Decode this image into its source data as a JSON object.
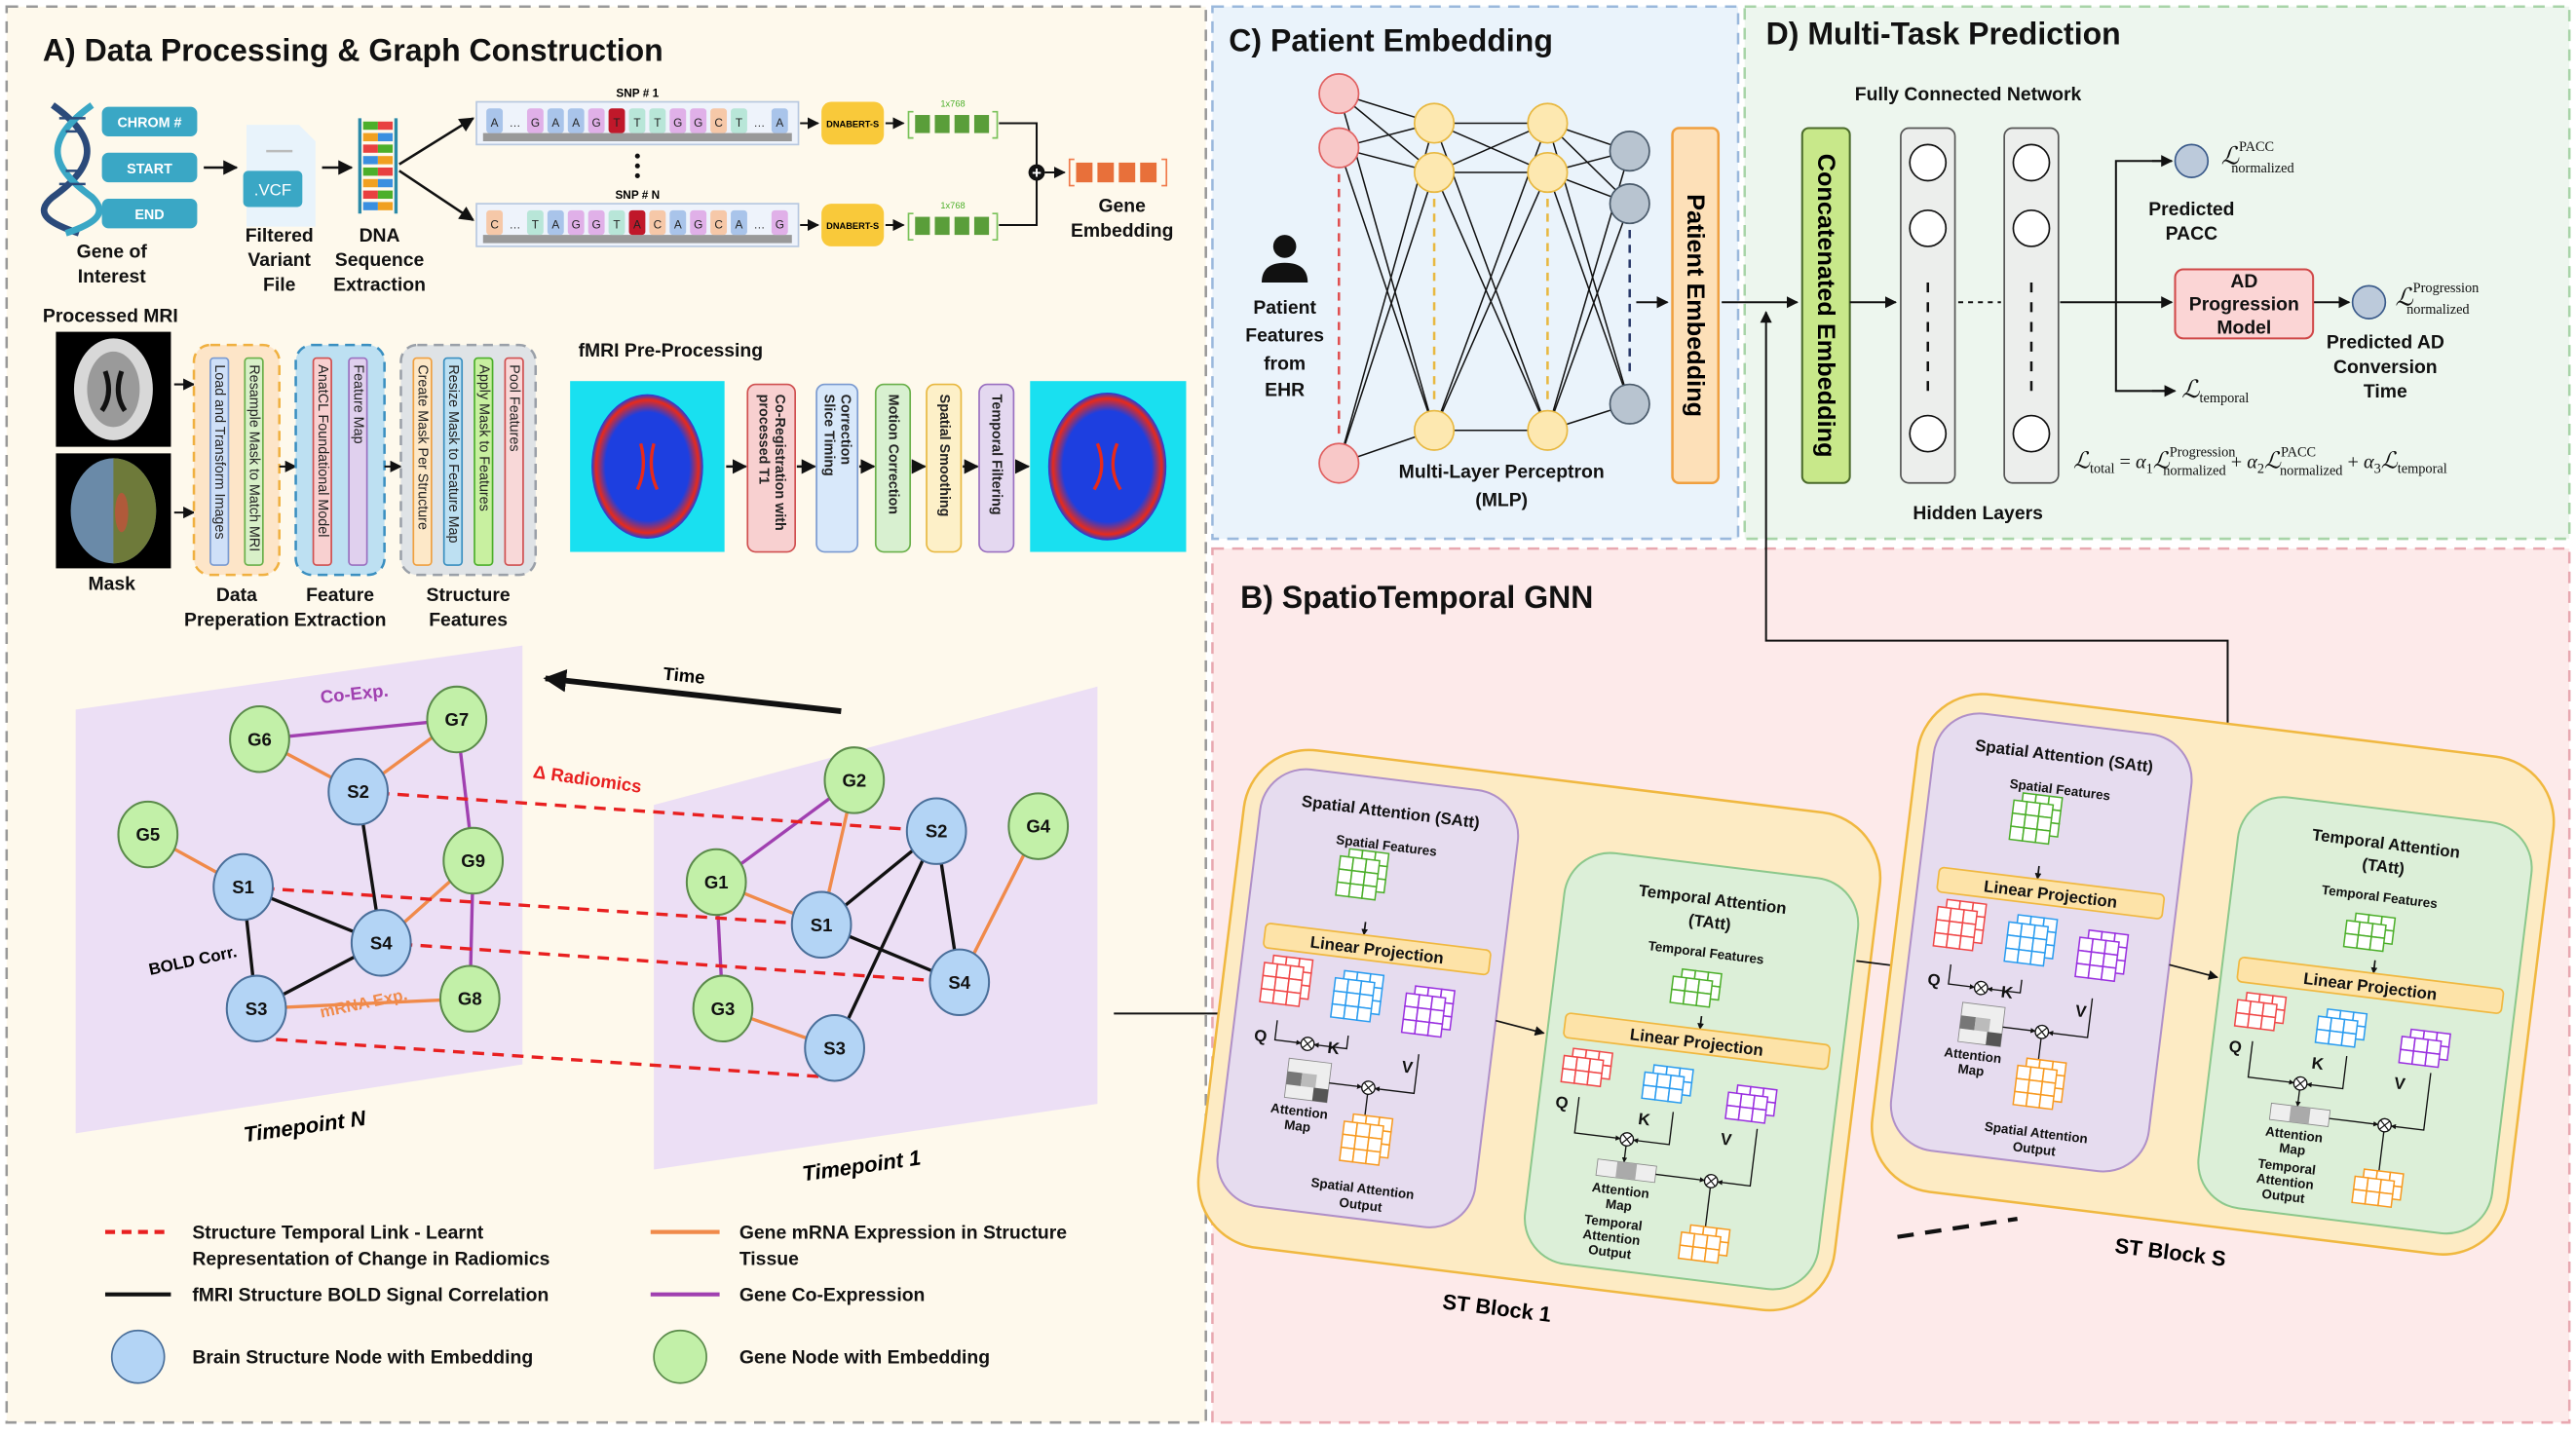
{
  "panels": {
    "a_title": "A) Data Processing & Graph Construction",
    "b_title": "B) SpatioTemporal GNN",
    "c_title": "C) Patient Embedding",
    "d_title": "D) Multi-Task Prediction"
  },
  "gene": {
    "fields": [
      "CHROM #",
      "START",
      "END"
    ],
    "gene_label": [
      "Gene of",
      "Interest"
    ],
    "vcf": ".VCF",
    "vcf_label": [
      "Filtered",
      "Variant",
      "File"
    ],
    "dna_label": [
      "DNA",
      "Sequence",
      "Extraction"
    ],
    "snp1": "SNP # 1",
    "snpn": "SNP # N",
    "seq1": [
      "A",
      "…",
      "G",
      "A",
      "A",
      "G",
      "T",
      "T",
      "T",
      "G",
      "G",
      "C",
      "T",
      "…",
      "A"
    ],
    "seqn": [
      "C",
      "…",
      "T",
      "A",
      "G",
      "G",
      "T",
      "A",
      "C",
      "A",
      "G",
      "C",
      "A",
      "…",
      "G"
    ],
    "model": "DNABERT-S",
    "dim": "1x768",
    "output": [
      "Gene",
      "Embedding"
    ]
  },
  "mri": {
    "processed": "Processed MRI",
    "mask": "Mask",
    "groups": [
      {
        "label": [
          "Data",
          "Preperation"
        ],
        "steps": [
          "Load and Transform Images",
          "Resample Mask to Match MRI"
        ]
      },
      {
        "label": [
          "Feature",
          "Extraction"
        ],
        "steps": [
          "AnatCL Foundational Model",
          "Feature Map"
        ]
      },
      {
        "label": [
          "Structure",
          "Features"
        ],
        "steps": [
          "Create Mask Per Structure",
          "Resize Mask to Feature Map",
          "Apply Mask to Features",
          "Pool Features"
        ]
      }
    ]
  },
  "fmri": {
    "title": "fMRI Pre-Processing",
    "steps": [
      [
        "Co-Registration with",
        "processed T1"
      ],
      [
        "Correction",
        "Slice Timing"
      ],
      [
        "Motion Correction"
      ],
      [
        "Spatial Smoothing"
      ],
      [
        "Temporal Filtering"
      ]
    ]
  },
  "graph": {
    "time": "Time",
    "radiomics": "Δ Radiomics",
    "coexp": "Co-Exp.",
    "bold": "BOLD Corr.",
    "mrna": "mRNA Exp.",
    "timepoint_n": {
      "label": "Timepoint N",
      "nodes": [
        "G6",
        "G7",
        "S2",
        "G5",
        "S1",
        "G9",
        "S4",
        "S3",
        "G8"
      ],
      "edges": [
        [
          "G6",
          "G7",
          "coexp"
        ],
        [
          "G6",
          "S2",
          "mrna"
        ],
        [
          "G7",
          "S2",
          "mrna"
        ],
        [
          "G7",
          "G9",
          "coexp"
        ],
        [
          "G9",
          "G8",
          "coexp"
        ],
        [
          "G5",
          "S1",
          "mrna"
        ],
        [
          "S2",
          "S4",
          "bold"
        ],
        [
          "S1",
          "S4",
          "bold"
        ],
        [
          "S1",
          "S3",
          "bold"
        ],
        [
          "S3",
          "S4",
          "bold"
        ],
        [
          "S4",
          "G9",
          "mrna"
        ],
        [
          "S3",
          "G8",
          "mrna"
        ]
      ]
    },
    "timepoint_1": {
      "label": "Timepoint 1",
      "nodes": [
        "G2",
        "S2",
        "G4",
        "G1",
        "S1",
        "S4",
        "G3",
        "S3"
      ],
      "edges": [
        [
          "G2",
          "G1",
          "coexp"
        ],
        [
          "G2",
          "S1",
          "mrna"
        ],
        [
          "G1",
          "S1",
          "mrna"
        ],
        [
          "G1",
          "G3",
          "coexp"
        ],
        [
          "G3",
          "S3",
          "mrna"
        ],
        [
          "S1",
          "S2",
          "bold"
        ],
        [
          "S2",
          "S4",
          "bold"
        ],
        [
          "S2",
          "S3",
          "bold"
        ],
        [
          "S1",
          "S4",
          "bold"
        ],
        [
          "G4",
          "S4",
          "mrna"
        ]
      ]
    },
    "temporal_links": [
      "S2",
      "S1",
      "S4",
      "S3"
    ]
  },
  "legend": {
    "temporal_link": [
      "Structure Temporal Link - Learnt",
      "Representation of Change in Radiomics"
    ],
    "bold": "fMRI Structure BOLD Signal Correlation",
    "structure_node": "Brain Structure Node with Embedding",
    "mrna": [
      "Gene mRNA Expression in Structure",
      "Tissue"
    ],
    "coexp": "Gene Co-Expression",
    "gene_node": "Gene Node with Embedding"
  },
  "patient": {
    "features": [
      "Patient",
      "Features",
      "from",
      "EHR"
    ],
    "mlp": [
      "Multi-Layer Perceptron",
      "(MLP)"
    ],
    "embedding": "Patient Embedding"
  },
  "prediction": {
    "fcn": "Fully Connected Network",
    "concat": "Concatenated Embedding",
    "hidden": "Hidden Layers",
    "pacc": [
      "Predicted",
      "PACC"
    ],
    "ad_model": [
      "AD",
      "Progression",
      "Model"
    ],
    "conversion": [
      "Predicted AD",
      "Conversion",
      "Time"
    ],
    "loss_symbol": "ℒ",
    "pacc_sup": "PACC",
    "prog_sup": "Progression",
    "norm_sub": "normalized",
    "temporal_sub": "temporal",
    "total_sub": "total",
    "eq": " = ",
    "plus": " + ",
    "alpha": "α",
    "a1": "1",
    "a2": "2",
    "a3": "3"
  },
  "st": {
    "satt_title": "Spatial Attention (SAtt)",
    "spatial_features": "Spatial Features",
    "linear": "Linear Projection",
    "q": "Q",
    "k": "K",
    "v": "V",
    "attn_map": [
      "Attention",
      "Map"
    ],
    "spatial_out": [
      "Spatial Attention",
      "Output"
    ],
    "tatt_title": [
      "Temporal  Attention",
      "(TAtt)"
    ],
    "temporal_features": "Temporal Features",
    "temporal_out": [
      "Temporal",
      "Attention",
      "Output"
    ],
    "block1": "ST Block 1",
    "blocks": "ST Block S"
  },
  "colors": {
    "structure_node": "#b3d4f5",
    "gene_node": "#c2f0a8",
    "bold": "#111111",
    "mrna": "#f08a4a",
    "coexp": "#a040b0",
    "radiomics": "#e82020"
  }
}
